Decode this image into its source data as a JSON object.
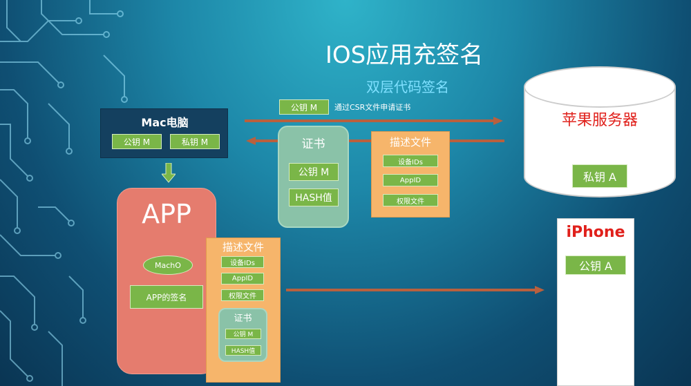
{
  "title": "IOS应用充签名",
  "subtitle": "双层代码签名",
  "mac": {
    "title": "Mac电脑",
    "pub_key": "公钥 M",
    "priv_key": "私钥 M"
  },
  "csr_note": {
    "key": "公钥 M",
    "text": "通过CSR文件申请证书"
  },
  "certificate": {
    "title": "证书",
    "items": [
      "公钥 M",
      "HASH值"
    ]
  },
  "profile": {
    "title": "描述文件",
    "items": [
      "设备IDs",
      "AppID",
      "权限文件"
    ]
  },
  "server": {
    "title": "苹果服务器",
    "priv_key": "私钥 A"
  },
  "iphone": {
    "title": "iPhone",
    "pub_key": "公钥 A"
  },
  "app": {
    "title": "APP",
    "macho": "MachO",
    "signature": "APP的签名"
  },
  "app_profile": {
    "title": "描述文件",
    "items": [
      "设备IDs",
      "AppID",
      "权限文件"
    ],
    "cert_title": "证书",
    "cert_items": [
      "公钥 M",
      "HASH值"
    ]
  },
  "colors": {
    "green": "#7ab648",
    "orange": "#f6b56b",
    "teal": "#8ac2a8",
    "red": "#e0201b",
    "arrow": "#b9603e"
  }
}
